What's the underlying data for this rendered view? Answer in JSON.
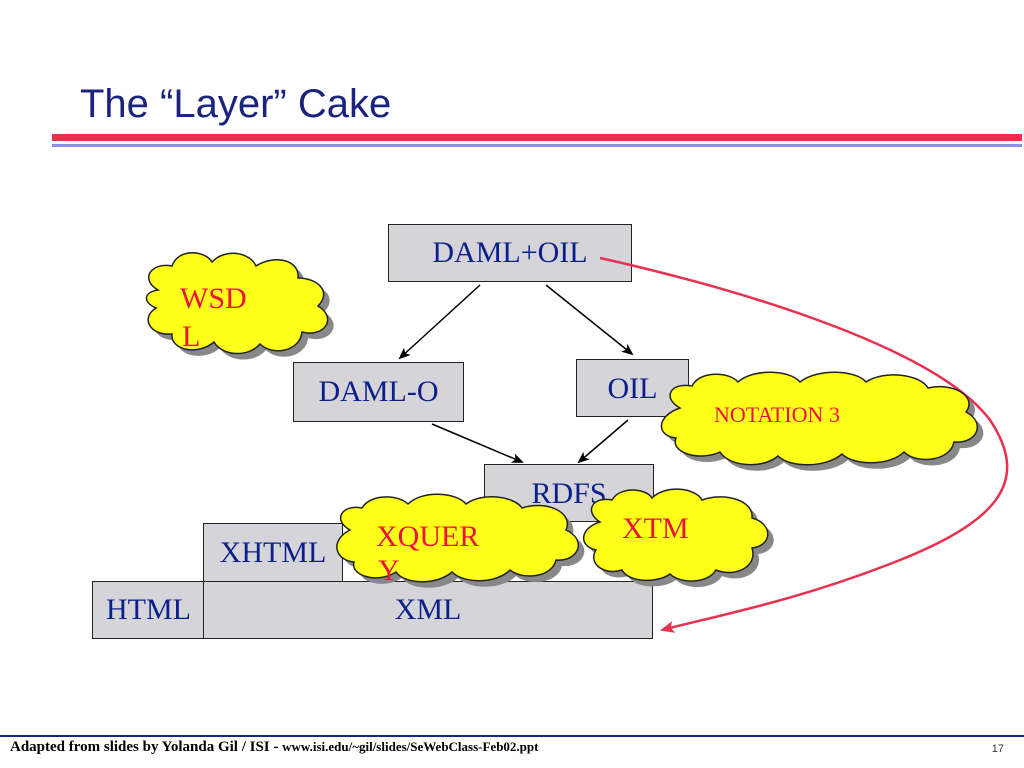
{
  "slide": {
    "title": "The “Layer” Cake",
    "page_number": "17"
  },
  "footer": {
    "text": "Adapted from slides by Yolanda Gil / ISI - ",
    "url": "www.isi.edu/~gil/slides/SeWebClass-Feb02.ppt"
  },
  "boxes": {
    "daml_oil": "DAML+OIL",
    "daml_o": "DAML-O",
    "oil": "OIL",
    "rdfs": "RDFS",
    "xhtml": "XHTML",
    "html": "HTML",
    "xml": "XML"
  },
  "clouds": {
    "wsdl_line1": "WSD",
    "wsdl_line2": "L",
    "notation3": "NOTATION 3",
    "xquery_line1": "XQUER",
    "xquery_line2": "Y",
    "xtm": "XTM"
  },
  "colors": {
    "title": "#1a237e",
    "box_fill": "#d5d5d9",
    "box_text": "#0b1f8a",
    "cloud_fill": "#ffff1a",
    "cloud_text": "#e8143c",
    "accent_red": "#e8304f",
    "accent_blue": "#8a8ee6"
  }
}
